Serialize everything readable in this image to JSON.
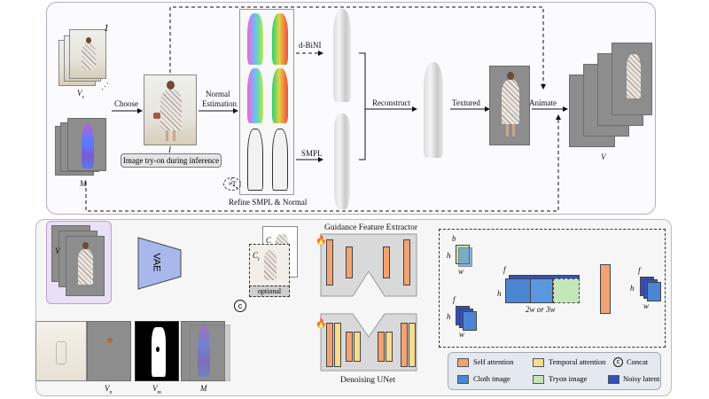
{
  "top": {
    "vs_label": "V",
    "vs_sub": "s",
    "index_label": "1",
    "m_label": "M",
    "choose_label": "Choose",
    "i_label": "I",
    "tryon_label": "Image try-on during inference",
    "normal_label_1": "Normal",
    "normal_label_2": "Estimation",
    "dbini_label": "d-BiNI",
    "smpl_label": "SMPL",
    "xt_label": "×T",
    "refine_label": "Refine SMPL & Normal",
    "reconstruct_label": "Reconstruct",
    "textured_label": "Textured",
    "animate_label": "Animate",
    "v_label": "V"
  },
  "bottom": {
    "v_label": "V",
    "vae_label": "VAE",
    "c_label": "C",
    "ct_label": "C",
    "ct_sub": "t",
    "optional_label": "optional",
    "concat_symbol": "c",
    "gfe_title": "Guidance Feature Extractor",
    "unet_title": "Denoising UNet",
    "vn_label": "V",
    "vn_sub": "n",
    "vm_label": "V",
    "vm_sub": "m",
    "m_label": "M",
    "attn": {
      "b": "b",
      "h1": "h",
      "w1": "w",
      "f2": "f",
      "h2": "h",
      "w2": "w",
      "f3": "f",
      "h3": "h",
      "dim_label": "2w or 3w",
      "f4": "f",
      "h4": "h",
      "w4": "w"
    }
  },
  "legend": {
    "items": [
      {
        "label": "Self attention",
        "color": "#f2a273"
      },
      {
        "label": "Temporal attention",
        "color": "#f8dc8f"
      },
      {
        "label": "Concat",
        "symbol": "c"
      },
      {
        "label": "Cloth image",
        "color": "#4a86d1"
      },
      {
        "label": "Tryon image",
        "color": "#c5e6b8"
      },
      {
        "label": "Noisy latent",
        "color": "#3451b8"
      }
    ]
  },
  "colors": {
    "top_panel_border": "#b8aac8",
    "v_box": "#e9e0f5",
    "vae": "#a9b8ea"
  }
}
